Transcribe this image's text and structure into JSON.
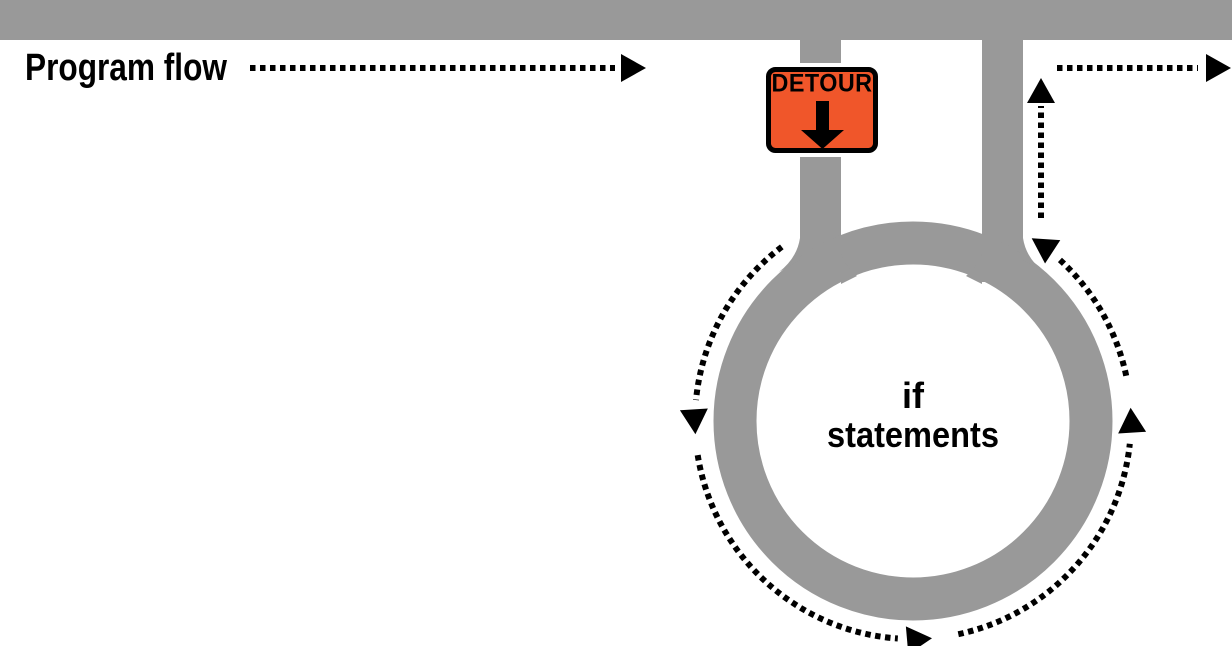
{
  "colors": {
    "road_gray": "#999999",
    "detour_orange": "#F0562A",
    "ink_black": "#000000",
    "background_white": "#FFFFFF"
  },
  "labels": {
    "program_flow": "Program flow",
    "roundabout_line1": "if",
    "roundabout_line2": "statements",
    "detour_sign": "DETOUR"
  },
  "arrows": {
    "program_flow_direction": "right",
    "detour_sign_direction": "down",
    "exit_direction": "right",
    "return_direction": "up",
    "loop_direction": "counterclockwise"
  }
}
